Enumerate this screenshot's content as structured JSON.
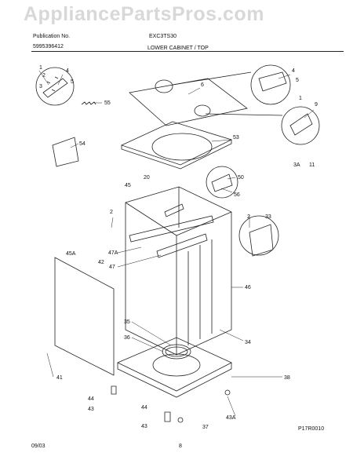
{
  "header": {
    "watermark": "AppliancePartsPros.com",
    "publication_label": "Publication No.",
    "publication_number": "5995396412",
    "model": "EXC3TS30",
    "section_title": "LOWER CABINET / TOP"
  },
  "footer": {
    "date": "09/03",
    "page_number": "8",
    "drawing_code": "P17R0010"
  },
  "callouts": [
    "1",
    "2",
    "3",
    "4",
    "5",
    "55",
    "6",
    "4",
    "5",
    "1",
    "9",
    "3A",
    "11",
    "53",
    "54",
    "20",
    "50",
    "56",
    "45",
    "2",
    "2",
    "33",
    "45A",
    "42",
    "47A",
    "47",
    "46",
    "35",
    "36",
    "34",
    "41",
    "38",
    "44",
    "43",
    "44",
    "43",
    "37",
    "43A"
  ]
}
